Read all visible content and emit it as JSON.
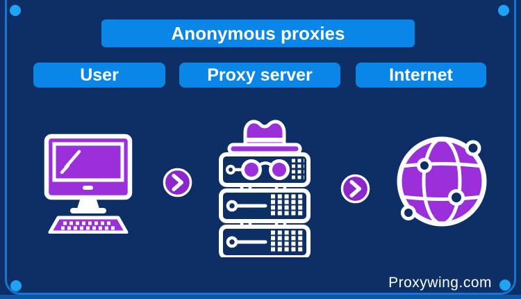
{
  "colors": {
    "background": "#0d2f66",
    "panel_accent": "#0a86e9",
    "frame_line": "#1577d3",
    "corner_dot": "#1ba5f4",
    "bottom_strip": "#0f55a6",
    "icon_purple": "#9b2fd9",
    "arrow_purple": "#8d27cc",
    "text_white": "#ffffff"
  },
  "title": {
    "label": "Anonymous proxies"
  },
  "columns": [
    {
      "label": "User",
      "icon": "desktop-computer-icon"
    },
    {
      "label": "Proxy server",
      "icon": "spy-server-icon"
    },
    {
      "label": "Internet",
      "icon": "globe-network-icon"
    }
  ],
  "arrows": {
    "glyph": "chevron-right-icon",
    "count": 2
  },
  "footer": {
    "brand": "Proxywing.com"
  }
}
